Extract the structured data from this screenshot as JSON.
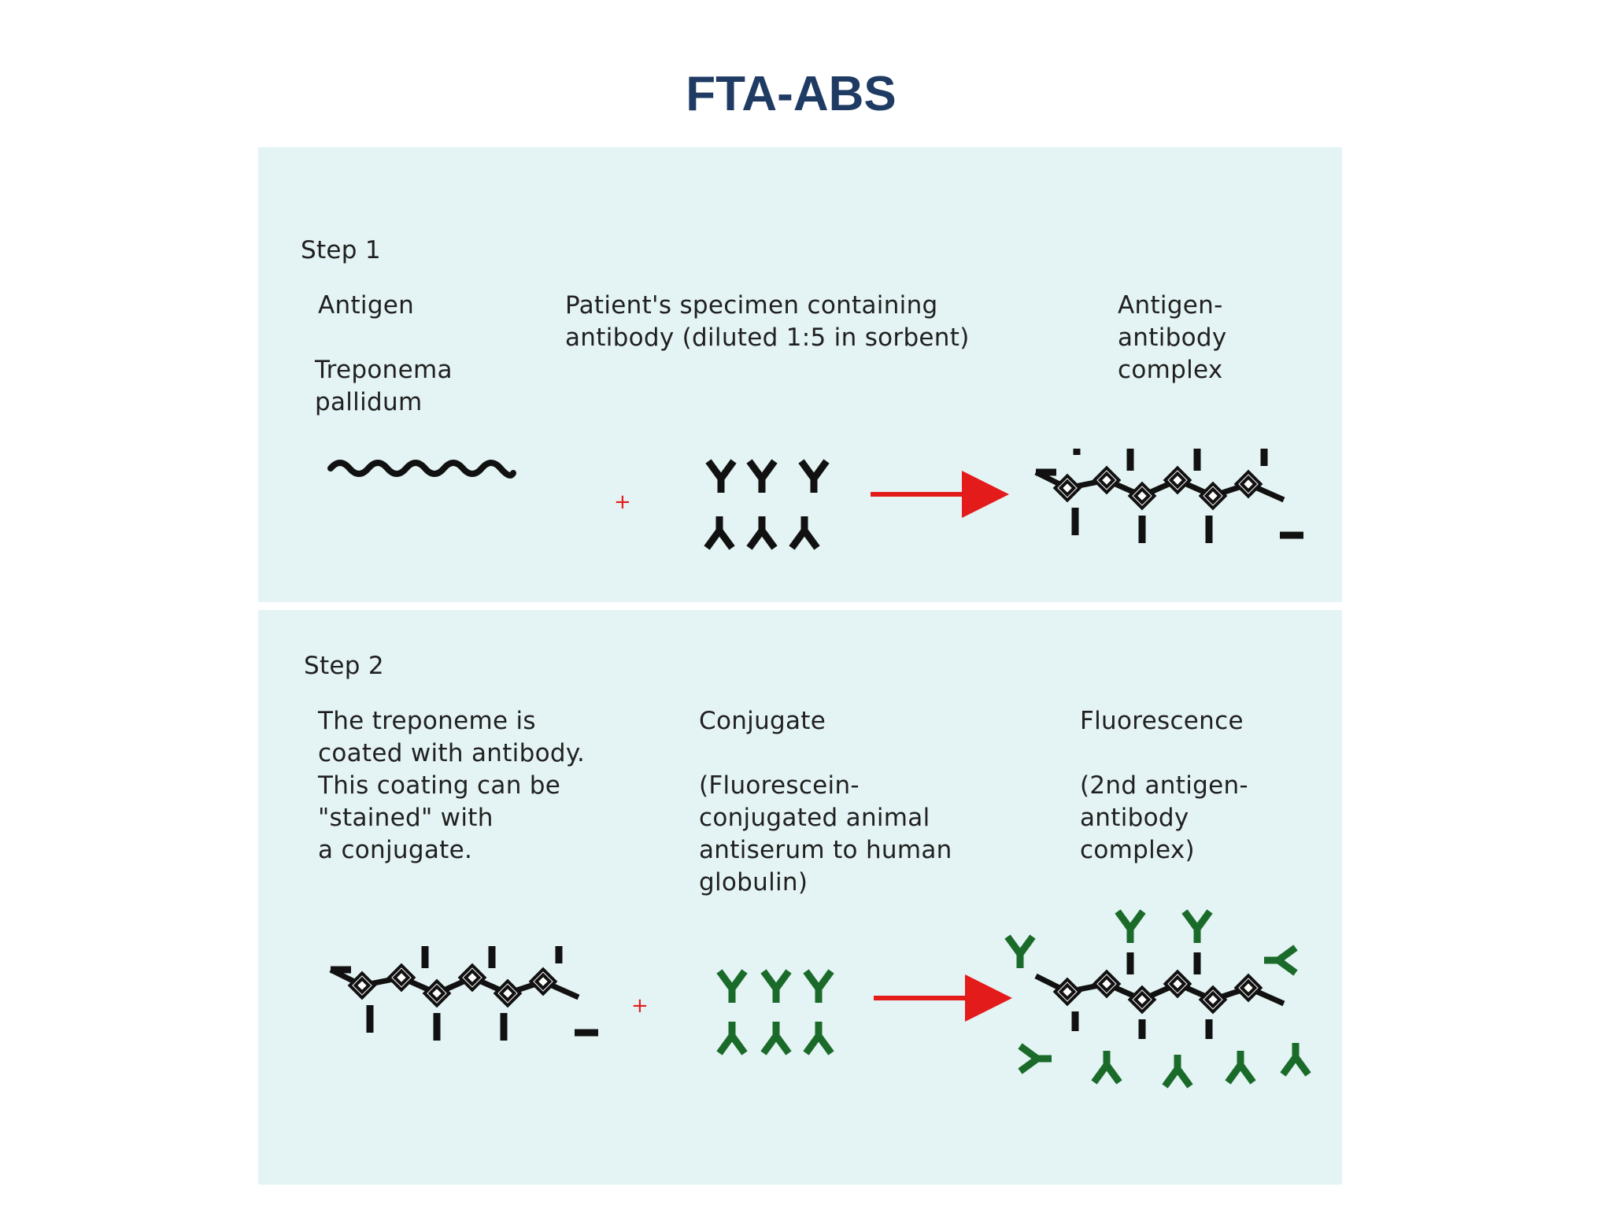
{
  "title": "FTA-ABS",
  "step1": {
    "heading": "Step 1",
    "antigen_label": "Antigen",
    "antigen_name": "Treponema\npallidum",
    "specimen_label": "Patient's specimen containing\nantibody (diluted 1:5 in sorbent)",
    "complex_label": "Antigen-\nantibody\ncomplex",
    "plus": "+"
  },
  "step2": {
    "heading": "Step 2",
    "description": "The treponeme is\ncoated with antibody.\nThis coating can be\n\"stained\" with\na conjugate.",
    "conjugate_label": "Conjugate",
    "conjugate_desc": "(Fluorescein-\nconjugated animal\nantiserum to human\nglobulin)",
    "fluorescence_label": "Fluorescence",
    "fluorescence_desc": "(2nd antigen-\nantibody\ncomplex)",
    "plus": "+"
  },
  "colors": {
    "title": "#1f3b63",
    "panel": "#e4f3f4",
    "arrow": "#e31b1b",
    "antibody": "#111111",
    "conjugate": "#1a6b2a"
  },
  "icons": [
    "treponeme-icon",
    "antibody-icon",
    "conjugate-antibody-icon",
    "reaction-arrow-icon",
    "antigen-antibody-complex-icon"
  ]
}
